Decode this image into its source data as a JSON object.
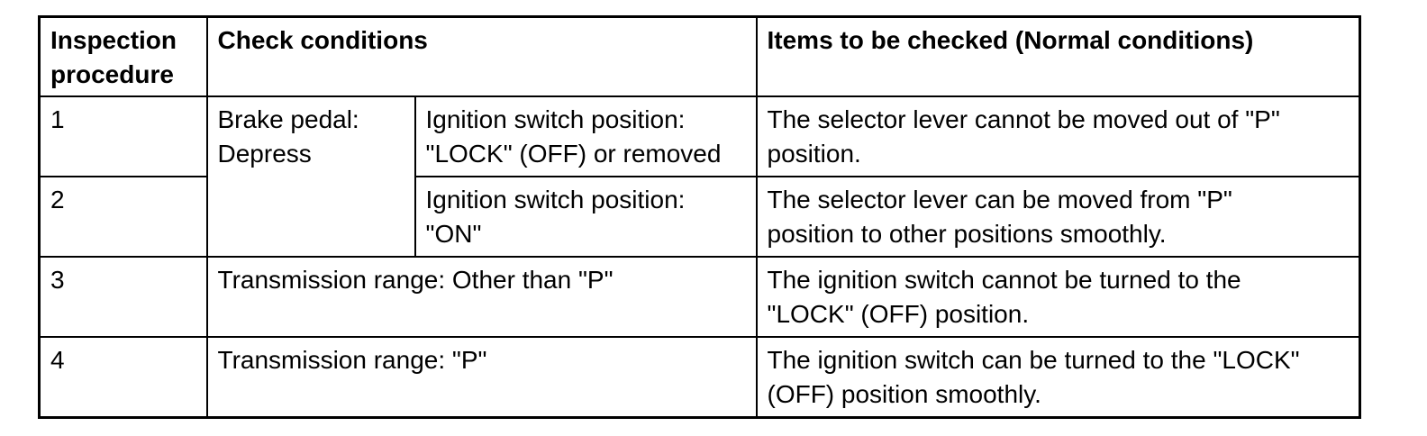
{
  "page": {
    "background_color": "#ffffff",
    "text_color": "#000000",
    "border_color": "#000000"
  },
  "table": {
    "header": {
      "inspection_procedure": "Inspection\nprocedure",
      "check_conditions": "Check conditions",
      "items_to_be_checked": "Items to be checked (Normal conditions)"
    },
    "rows": [
      {
        "number": "1",
        "condition_brake": "Brake pedal:\nDepress",
        "condition_ignition": "Ignition switch position:\n\"LOCK\" (OFF) or removed",
        "normal": "The selector lever cannot be moved out of \"P\"\nposition."
      },
      {
        "number": "2",
        "condition_ignition": "Ignition switch position:\n\"ON\"",
        "normal": "The selector lever can be moved from \"P\"\nposition to other positions smoothly."
      },
      {
        "number": "3",
        "condition": "Transmission range: Other than \"P\"",
        "normal": "The ignition switch cannot be turned to the\n\"LOCK\" (OFF) position."
      },
      {
        "number": "4",
        "condition": "Transmission range: \"P\"",
        "normal": "The ignition switch can be turned to the \"LOCK\"\n(OFF) position smoothly."
      }
    ]
  }
}
